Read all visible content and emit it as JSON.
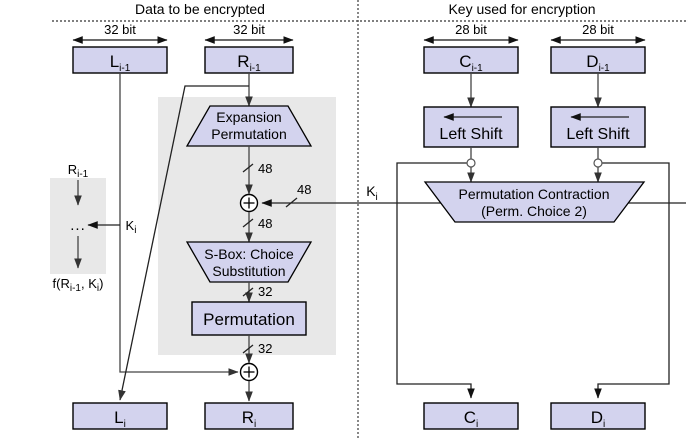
{
  "headers": {
    "left": "Data to be encrypted",
    "right": "Key used for encryption"
  },
  "bit_labels": {
    "left_data": "32 bit",
    "right_data": "32 bit",
    "left_key": "28 bit",
    "right_key": "28 bit"
  },
  "inputs": {
    "l_prev": {
      "base": "L",
      "sub": "i-1"
    },
    "r_prev": {
      "base": "R",
      "sub": "i-1"
    },
    "c_prev": {
      "base": "C",
      "sub": "i-1"
    },
    "d_prev": {
      "base": "D",
      "sub": "i-1"
    }
  },
  "outputs": {
    "l_next": {
      "base": "L",
      "sub": "i"
    },
    "r_next": {
      "base": "R",
      "sub": "i"
    },
    "c_next": {
      "base": "C",
      "sub": "i"
    },
    "d_next": {
      "base": "D",
      "sub": "i"
    }
  },
  "blocks": {
    "expansion": {
      "line1": "Expansion",
      "line2": "Permutation"
    },
    "sbox": {
      "line1": "S-Box: Choice",
      "line2": "Substitution"
    },
    "permutation": {
      "label": "Permutation"
    },
    "left_shift_1": {
      "label": "Left Shift"
    },
    "left_shift_2": {
      "label": "Left Shift"
    },
    "perm_contraction": {
      "line1": "Permutation Contraction",
      "line2": "(Perm. Choice 2)"
    }
  },
  "widths": {
    "expansion_out": "48",
    "key_in": "48",
    "xor_out": "48",
    "sbox_out": "32",
    "perm_out": "32"
  },
  "subkey": {
    "base": "K",
    "sub": "i"
  },
  "legend": {
    "input": {
      "base": "R",
      "sub": "i-1"
    },
    "dots": "...",
    "key": {
      "base": "K",
      "sub": "i"
    },
    "output_pre": "f(R",
    "output_sub1": "i-1",
    "output_mid": ", K",
    "output_sub2": "i",
    "output_post": ")"
  },
  "colors": {
    "box_fill": "#d3d3ee",
    "panel_fill": "#e8e8e8",
    "stroke": "#000000",
    "wire": "#444444"
  }
}
